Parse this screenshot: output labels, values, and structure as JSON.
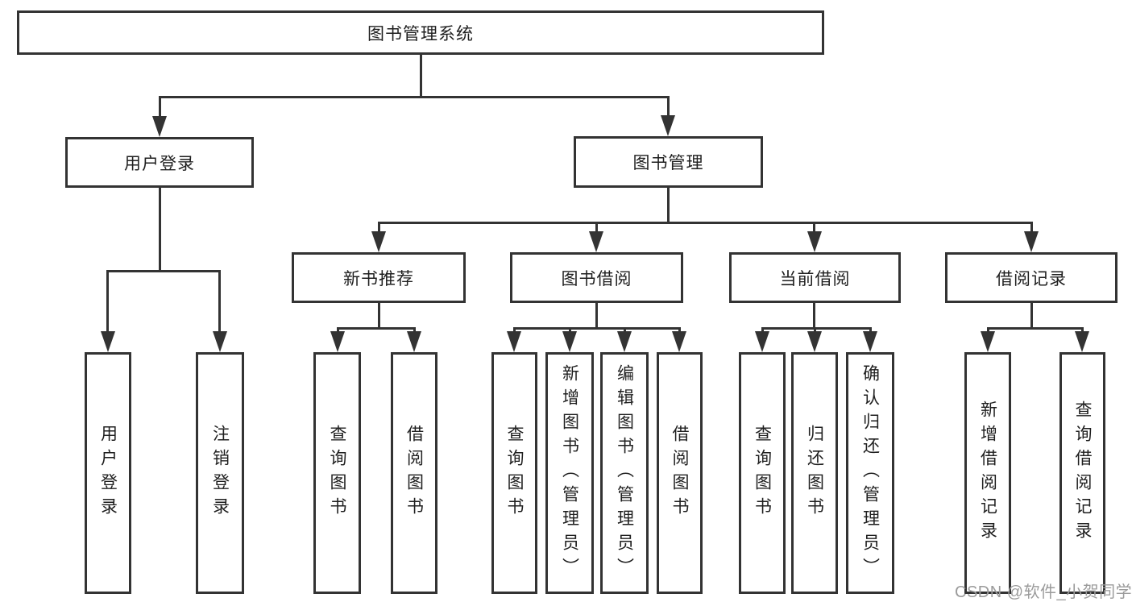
{
  "tree": {
    "root": {
      "label": "图书管理系统"
    },
    "branches": [
      {
        "label": "用户登录",
        "children": [
          {
            "label": "用户登录"
          },
          {
            "label": "注销登录"
          }
        ]
      },
      {
        "label": "图书管理",
        "children": [
          {
            "label": "新书推荐",
            "children": [
              {
                "label": "查询图书"
              },
              {
                "label": "借阅图书"
              }
            ]
          },
          {
            "label": "图书借阅",
            "children": [
              {
                "label": "查询图书"
              },
              {
                "label": "新增图书（管理员）"
              },
              {
                "label": "编辑图书（管理员）"
              },
              {
                "label": "借阅图书"
              }
            ]
          },
          {
            "label": "当前借阅",
            "children": [
              {
                "label": "查询图书"
              },
              {
                "label": "归还图书"
              },
              {
                "label": "确认归还（管理员）"
              }
            ]
          },
          {
            "label": "借阅记录",
            "children": [
              {
                "label": "新增借阅记录"
              },
              {
                "label": "查询借阅记录"
              }
            ]
          }
        ]
      }
    ]
  },
  "watermark": {
    "text": "CSDN @软件_小贺同学"
  },
  "colors": {
    "line": "#333333",
    "text": "#1f1f1f",
    "watermark": "#9b9b9b",
    "bg": "#ffffff"
  }
}
